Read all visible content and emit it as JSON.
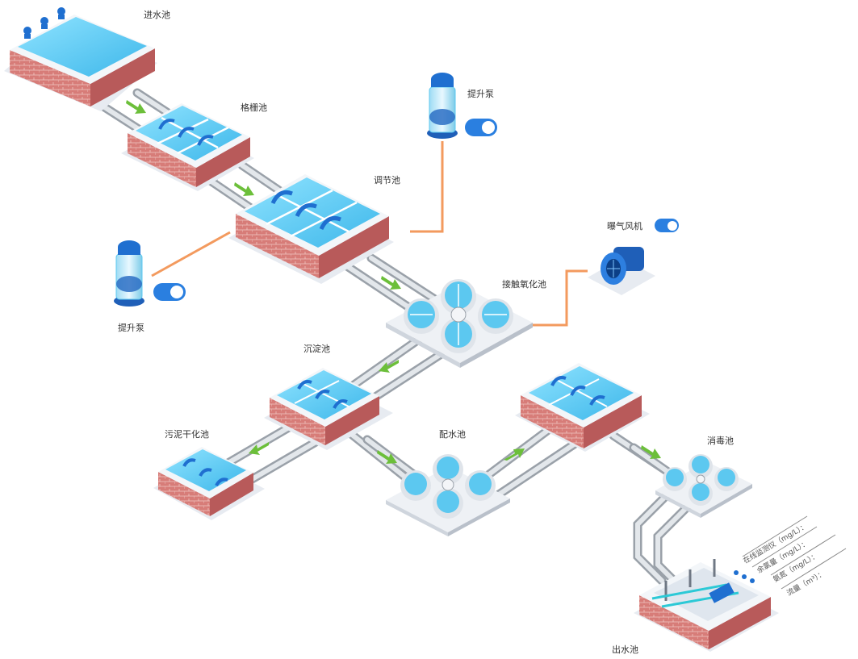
{
  "labels": {
    "inlet_tank": "进水池",
    "grid_tank": "格栅池",
    "regulating_tank": "调节池",
    "lift_pump_top": "提升泵",
    "lift_pump_left": "提升泵",
    "aeration_fan": "曝气风机",
    "contact_oxidation_tank": "接触氧化池",
    "sedimentation_tank": "沉淀池",
    "sludge_drying_tank": "污泥干化池",
    "distribution_tank": "配水池",
    "disinfection_tank": "消毒池",
    "outlet_tank": "出水池"
  },
  "metrics": [
    "在线监测仪（mg/L）：",
    "余氯量（mg/L）：",
    "氨氮（mg/L）：",
    "流量（m³）："
  ],
  "toggles": {
    "lift_pump_top": "on",
    "lift_pump_left": "on",
    "aeration_fan": "on"
  },
  "colors": {
    "water": "#5cc8f0",
    "brick": "#c86a6a",
    "pipe": "#c9cdd3",
    "arrow": "#6cbf3a",
    "link": "#f39a5e",
    "toggle": "#2a7fe0",
    "equipment": "#1f6fd0"
  }
}
